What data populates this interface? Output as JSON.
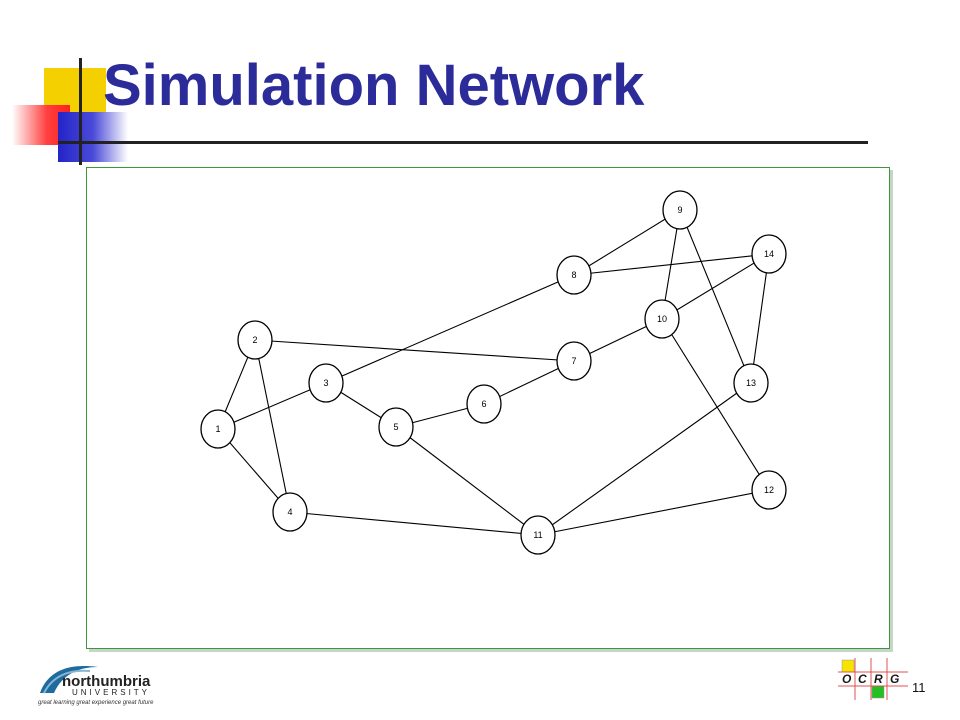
{
  "slide": {
    "title": "Simulation Network",
    "page_number": "11"
  },
  "diagram": {
    "nodes": [
      {
        "id": "1",
        "label": "1"
      },
      {
        "id": "2",
        "label": "2"
      },
      {
        "id": "3",
        "label": "3"
      },
      {
        "id": "4",
        "label": "4"
      },
      {
        "id": "5",
        "label": "5"
      },
      {
        "id": "6",
        "label": "6"
      },
      {
        "id": "7",
        "label": "7"
      },
      {
        "id": "8",
        "label": "8"
      },
      {
        "id": "9",
        "label": "9"
      },
      {
        "id": "10",
        "label": "10"
      },
      {
        "id": "11",
        "label": "11"
      },
      {
        "id": "12",
        "label": "12"
      },
      {
        "id": "13",
        "label": "13"
      },
      {
        "id": "14",
        "label": "14"
      }
    ],
    "edges": [
      [
        "1",
        "2"
      ],
      [
        "1",
        "3"
      ],
      [
        "1",
        "4"
      ],
      [
        "2",
        "4"
      ],
      [
        "2",
        "7"
      ],
      [
        "3",
        "5"
      ],
      [
        "3",
        "8"
      ],
      [
        "4",
        "11"
      ],
      [
        "5",
        "6"
      ],
      [
        "5",
        "11"
      ],
      [
        "6",
        "7"
      ],
      [
        "7",
        "10"
      ],
      [
        "8",
        "9"
      ],
      [
        "8",
        "14"
      ],
      [
        "9",
        "10"
      ],
      [
        "9",
        "13"
      ],
      [
        "10",
        "14"
      ],
      [
        "10",
        "12"
      ],
      [
        "11",
        "13"
      ],
      [
        "11",
        "12"
      ],
      [
        "13",
        "14"
      ]
    ]
  },
  "footer": {
    "university_name": "northumbria",
    "university_sub": "UNIVERSITY",
    "tagline": "great learning  great experience  great future",
    "group_letters": [
      "O",
      "C",
      "R",
      "G"
    ]
  },
  "colors": {
    "title": "#2b2b9a",
    "frame_border": "#3a9a3a"
  }
}
